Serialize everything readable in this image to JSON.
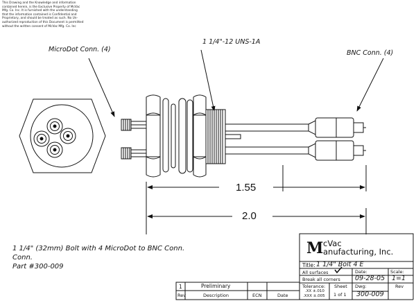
{
  "notice": {
    "lines": [
      "This Drawing and the Knowledge and information",
      "contained herein, is the Exclusive Property of McVac",
      "Mfg. Co. Inc. It is furnished with the understanding",
      "that the information contained is Confidential and",
      "Proprietary, and should be treated as such. No Un-",
      "authorized reproduction of this Document is permitted",
      "without the written consent of McVac Mfg. Co. Inc"
    ]
  },
  "callouts": {
    "microdot": "MicroDot Conn. (4)",
    "thread": "1 1/4\"-12 UNS-1A",
    "bnc": "BNC Conn. (4)"
  },
  "dimensions": {
    "upper": "1.55",
    "lower": "2.0"
  },
  "description": {
    "line1": "1 1/4\" (32mm) Bolt with 4 MicroDot to BNC Conn.",
    "line2": "Conn.",
    "part": "Part #300-009"
  },
  "title_block": {
    "logo_letter": "M",
    "company_line1": "cVac",
    "company_line2": "anufacturing, Inc.",
    "title_label": "Title:",
    "title_value": "1 1/4\" Bolt 4 E",
    "surfaces": "All surfaces",
    "break_corners": "Break all corners",
    "date_label": "Date:",
    "date_value": "09-28-05",
    "scale_label": "Scale:",
    "scale_value": "1=1",
    "tolerance_label": "Tolerance:",
    "tol_xx": ".XX  ±.010",
    "tol_xxx": ".XXX  ±.005",
    "sheet_label": "Sheet",
    "sheet_value": "1  of  1",
    "dwg_label": "Dwg:",
    "dwg_value": "300-009",
    "rev_label": "Rev"
  },
  "revision_table": {
    "rev_value": "1",
    "description_value": "Preliminary",
    "headers": [
      "Rev",
      "Description",
      "ECN",
      "Date"
    ]
  }
}
